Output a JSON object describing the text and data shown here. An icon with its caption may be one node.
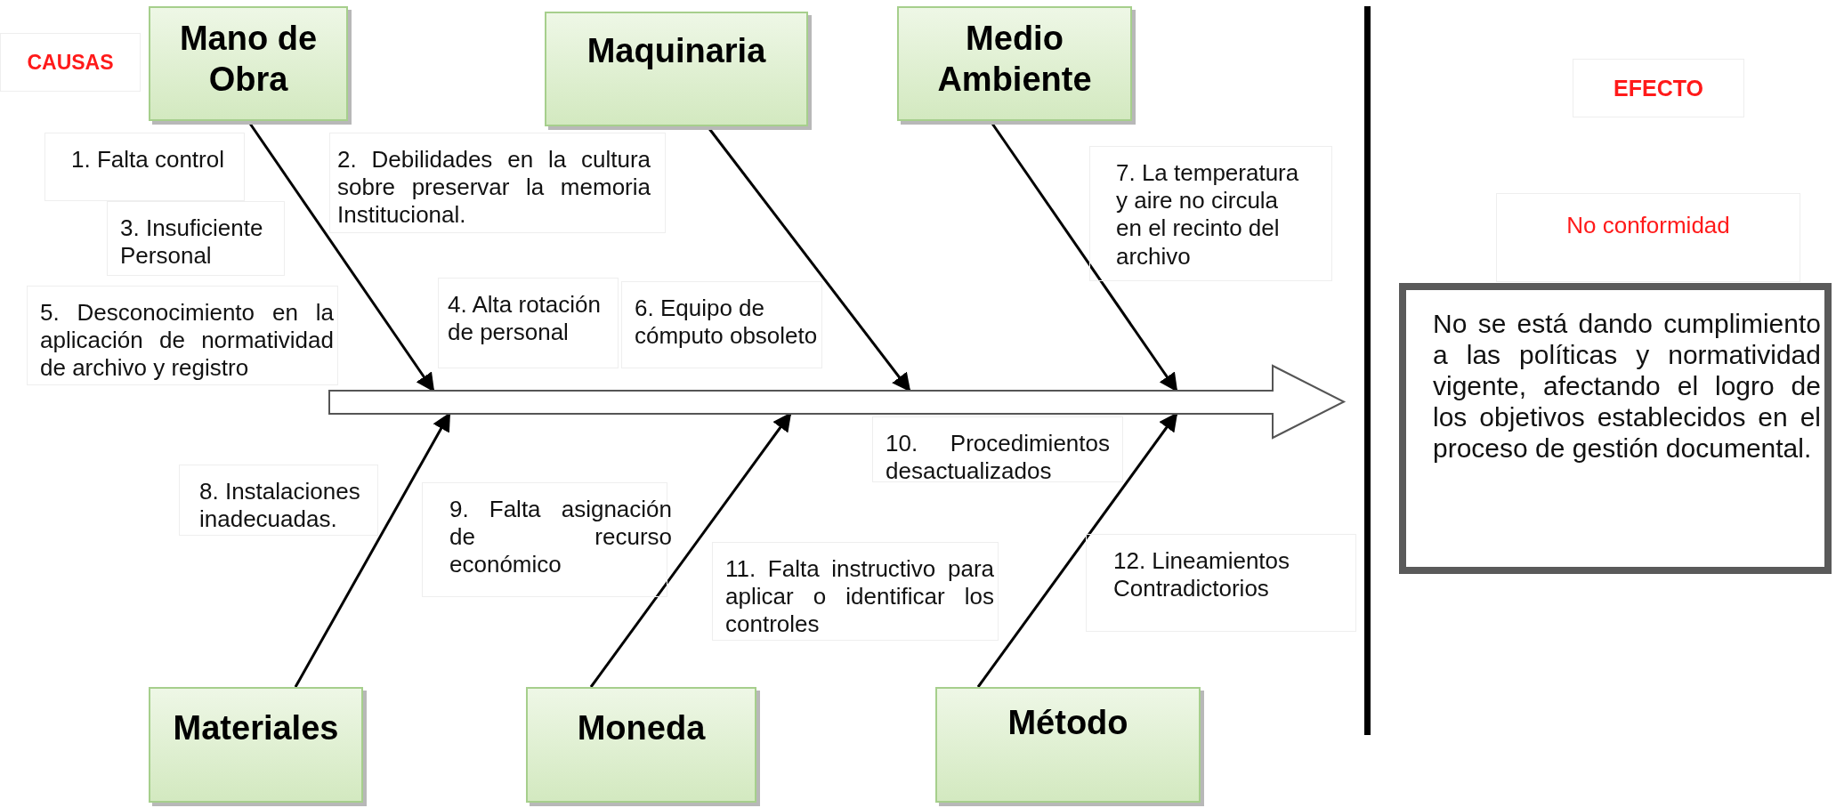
{
  "diagram": {
    "nodes": [
      {
        "text": [
          "CAUSAS"
        ]
      },
      {
        "text": [
          "Mano de Obra"
        ]
      },
      {
        "text": [
          "Maquinaria"
        ]
      },
      {
        "text": [
          "Medio Ambiente"
        ]
      },
      {
        "text": [
          "1. Falta control"
        ]
      },
      {
        "text": [
          "2. Debilidades en la cultura sobre preservar la memoria Institucional."
        ]
      },
      {
        "text": [
          "3. Insuficiente Personal"
        ]
      },
      {
        "text": [
          "4. Alta rotación de personal"
        ]
      },
      {
        "text": [
          "5. Desconocimiento en la aplicación de normatividad de archivo y registro"
        ]
      },
      {
        "text": [
          "6. Equipo de cómputo obsoleto"
        ]
      },
      {
        "text": [
          "7. La temperatura y aire no circula en el recinto del archivo"
        ]
      },
      {
        "text": [],
        "shape": "arrow"
      },
      {
        "text": [
          "8. Instalaciones inadecuadas."
        ]
      },
      {
        "text": [
          "9. Falta asignación de recurso económico"
        ]
      },
      {
        "text": [
          "10. Procedimientos desactualizados"
        ]
      },
      {
        "text": [
          "11. Falta instructivo para aplicar o identificar los controles"
        ]
      },
      {
        "text": [
          "12. Lineamientos Contradictorios"
        ]
      },
      {
        "text": [
          "Materiales"
        ]
      },
      {
        "text": [
          "Moneda"
        ]
      },
      {
        "text": [
          "Método"
        ]
      },
      {
        "text": [
          "EFECTO"
        ]
      },
      {
        "text": [
          "No conformidad"
        ]
      },
      {
        "text": [
          "No se está dando cumplimiento a las políticas y normatividad vigente, afectando el logro de los objetivos establecidos en el proceso de gestión documental."
        ]
      }
    ],
    "edges": [
      {
        "from": 1,
        "to": 11,
        "arrow": "to"
      },
      {
        "from": 2,
        "to": 11,
        "arrow": "to"
      },
      {
        "from": 3,
        "to": 11,
        "arrow": "to"
      },
      {
        "from": 17,
        "to": 11,
        "arrow": "to"
      },
      {
        "from": 18,
        "to": 11,
        "arrow": "to"
      },
      {
        "from": 19,
        "to": 11,
        "arrow": "to"
      }
    ]
  }
}
